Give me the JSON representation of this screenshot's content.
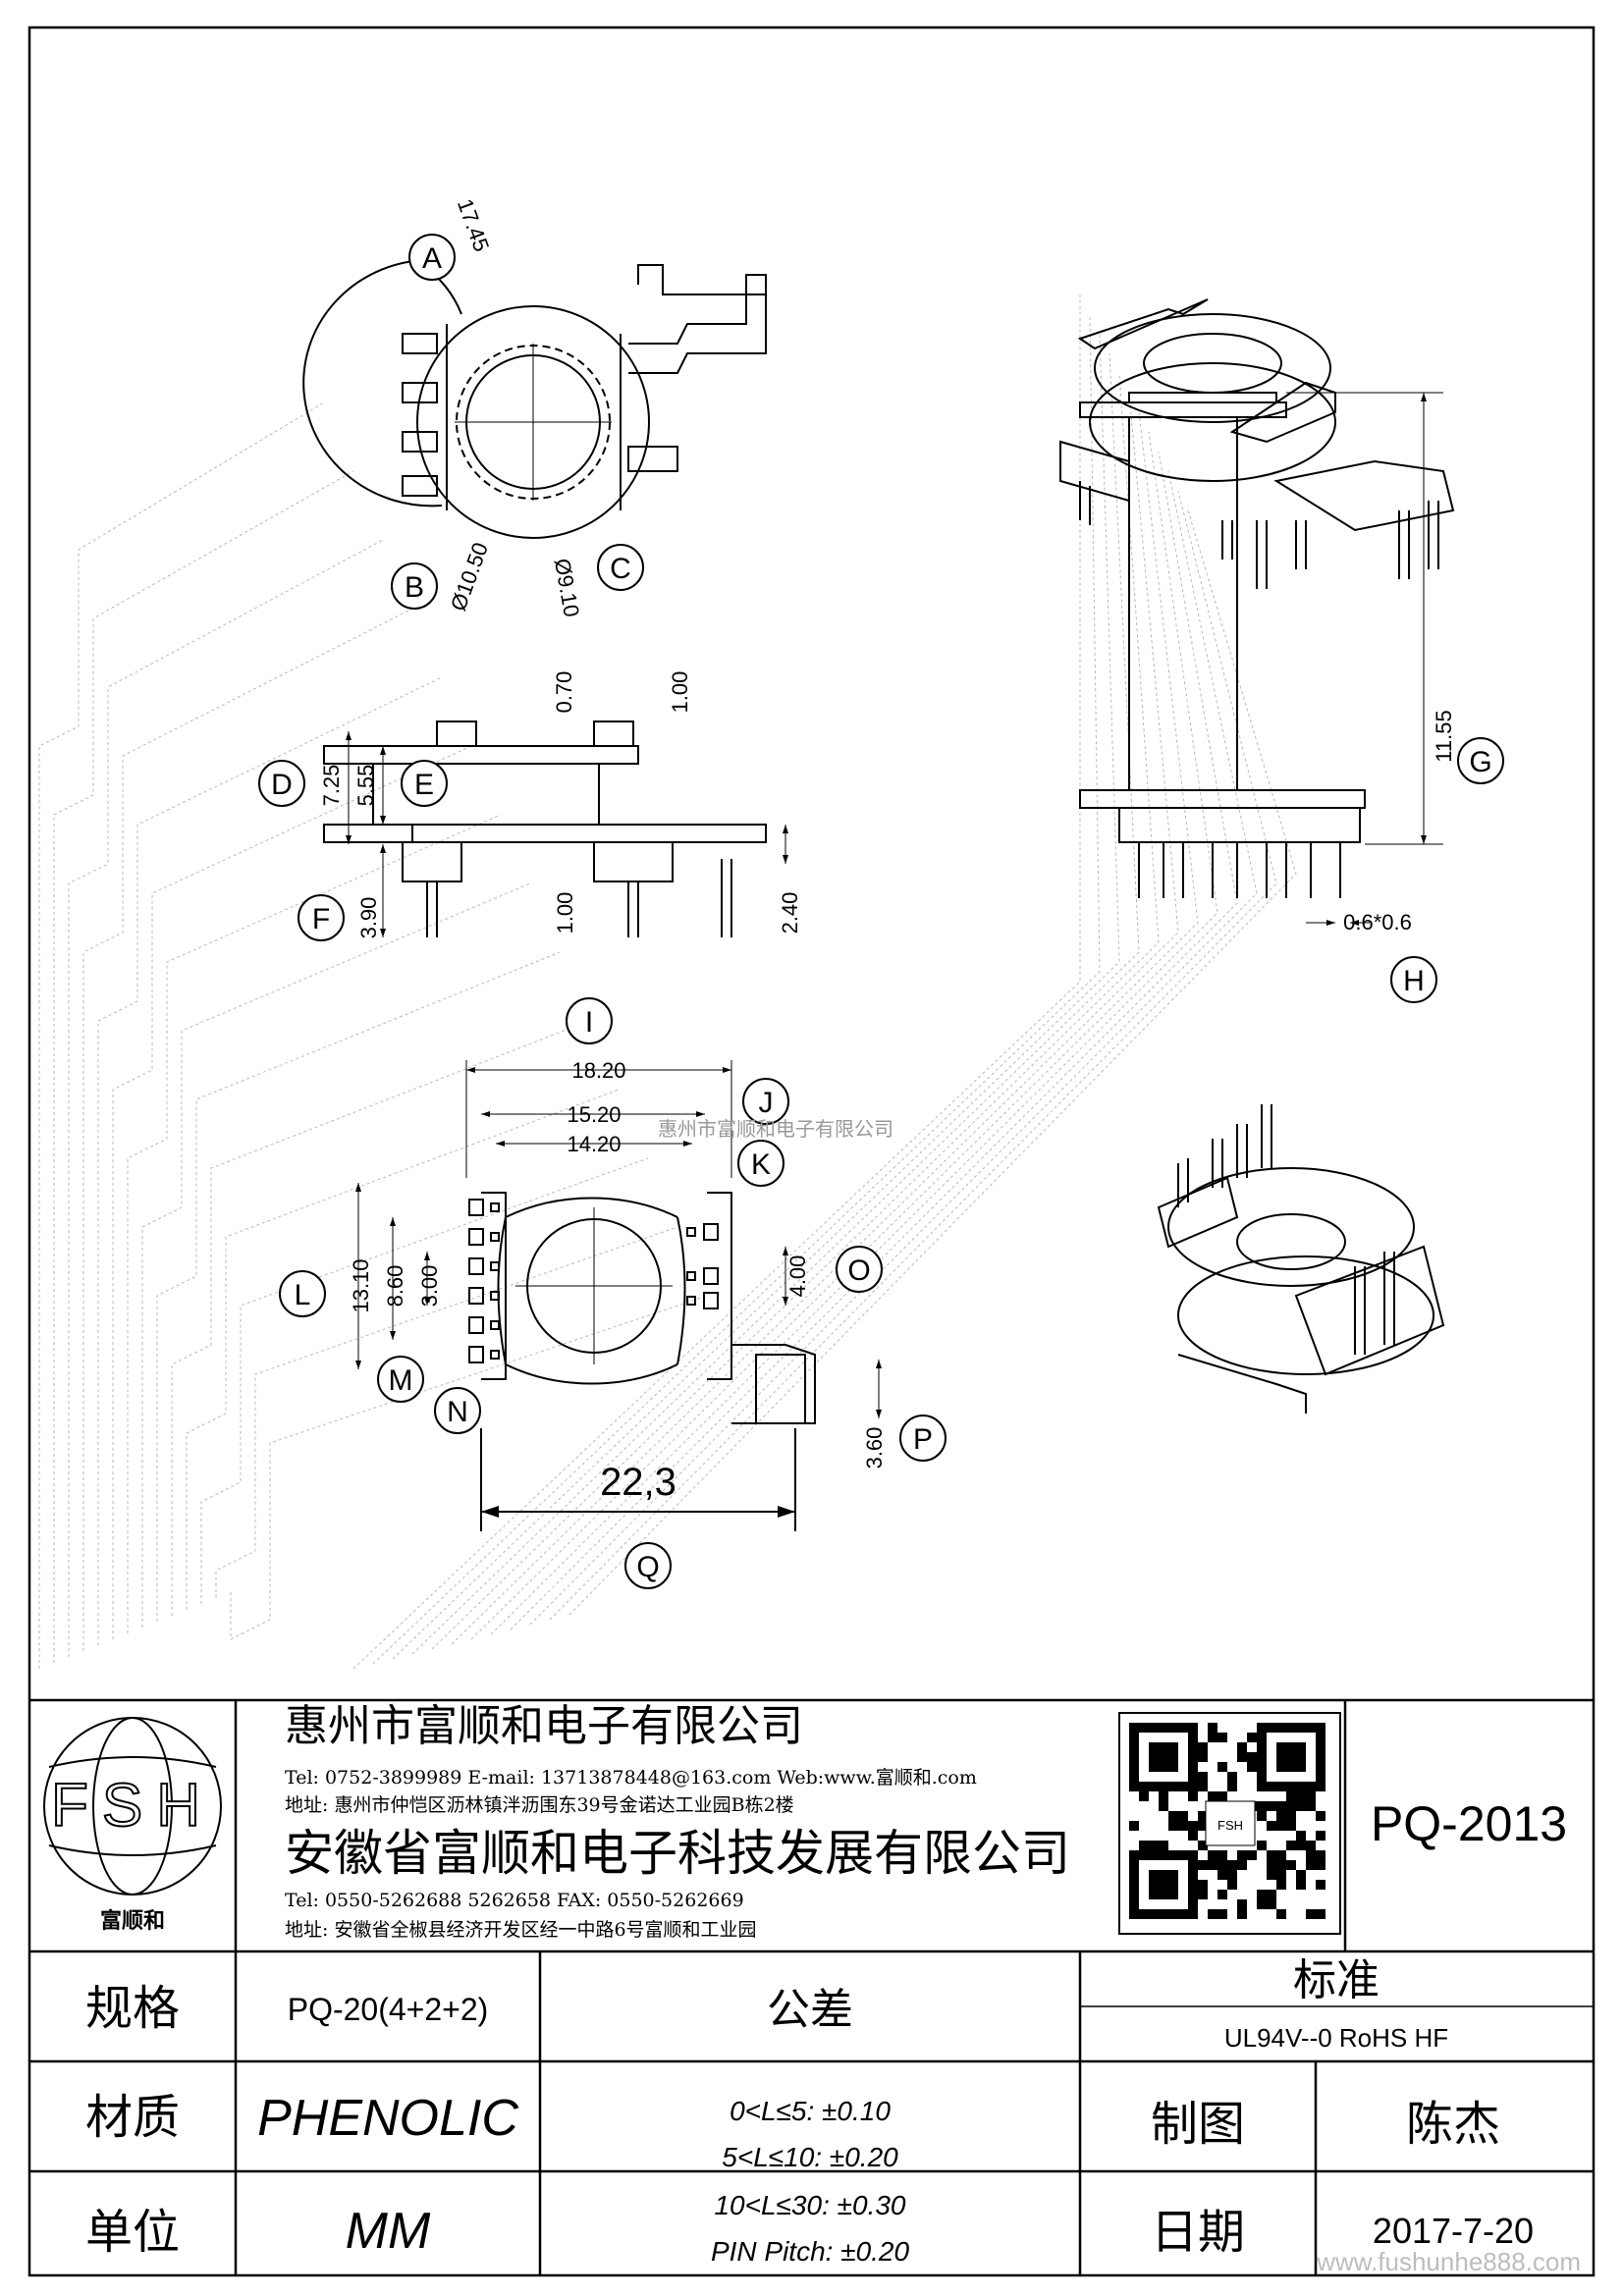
{
  "watermark": "惠州市富顺和电子有限公司",
  "site_watermark": "www.fushunhe888.com",
  "callouts": [
    "A",
    "B",
    "C",
    "D",
    "E",
    "F",
    "G",
    "H",
    "I",
    "J",
    "K",
    "L",
    "M",
    "N",
    "O",
    "P",
    "Q"
  ],
  "dims": {
    "a": "17.45",
    "b": "Ø10.50",
    "c": "Ø9.10",
    "d": "7.25",
    "e": "5.55",
    "f": "3.90",
    "e_top": "0.70",
    "e_right": "1.00",
    "e_mid": "1.00",
    "p_right": "2.40",
    "g": "11.55",
    "h": "0.6*0.6",
    "i": "18.20",
    "j": "15.20",
    "k": "14.20",
    "l": "13.10",
    "l2": "8.60",
    "l3": "3.00",
    "o": "4.00",
    "p": "3.60",
    "q": "22,3"
  },
  "title_block": {
    "logo_letters": "FSH",
    "logo_caption": "富顺和",
    "company1": "惠州市富顺和电子有限公司",
    "contact1": "Tel:  0752-3899989   E-mail: 13713878448@163.com   Web:www.富顺和.com",
    "address1": "地址: 惠州市仲恺区沥林镇泮沥围东39号金诺达工业园B栋2楼",
    "company2": "安徽省富顺和电子科技发展有限公司",
    "contact2": "Tel:  0550-5262688  5262658      FAX: 0550-5262669",
    "address2": "地址: 安徽省全椒县经济开发区经一中路6号富顺和工业园",
    "qr_label": "FSH",
    "part_no": "PQ-2013",
    "spec_label": "规格",
    "spec_value": "PQ-20(4+2+2)",
    "tol_label": "公差",
    "std_label": "标准",
    "std_value": "UL94V--0  RoHS HF",
    "mat_label": "材质",
    "mat_value": "PHENOLIC",
    "tol_lines": [
      "0<L≤5: ±0.10",
      "5<L≤10: ±0.20",
      "10<L≤30: ±0.30",
      "PIN Pitch: ±0.20"
    ],
    "draw_label": "制图",
    "draw_value": "陈杰",
    "unit_label": "单位",
    "unit_value": "MM",
    "date_label": "日期",
    "date_value": "2017-7-20"
  }
}
